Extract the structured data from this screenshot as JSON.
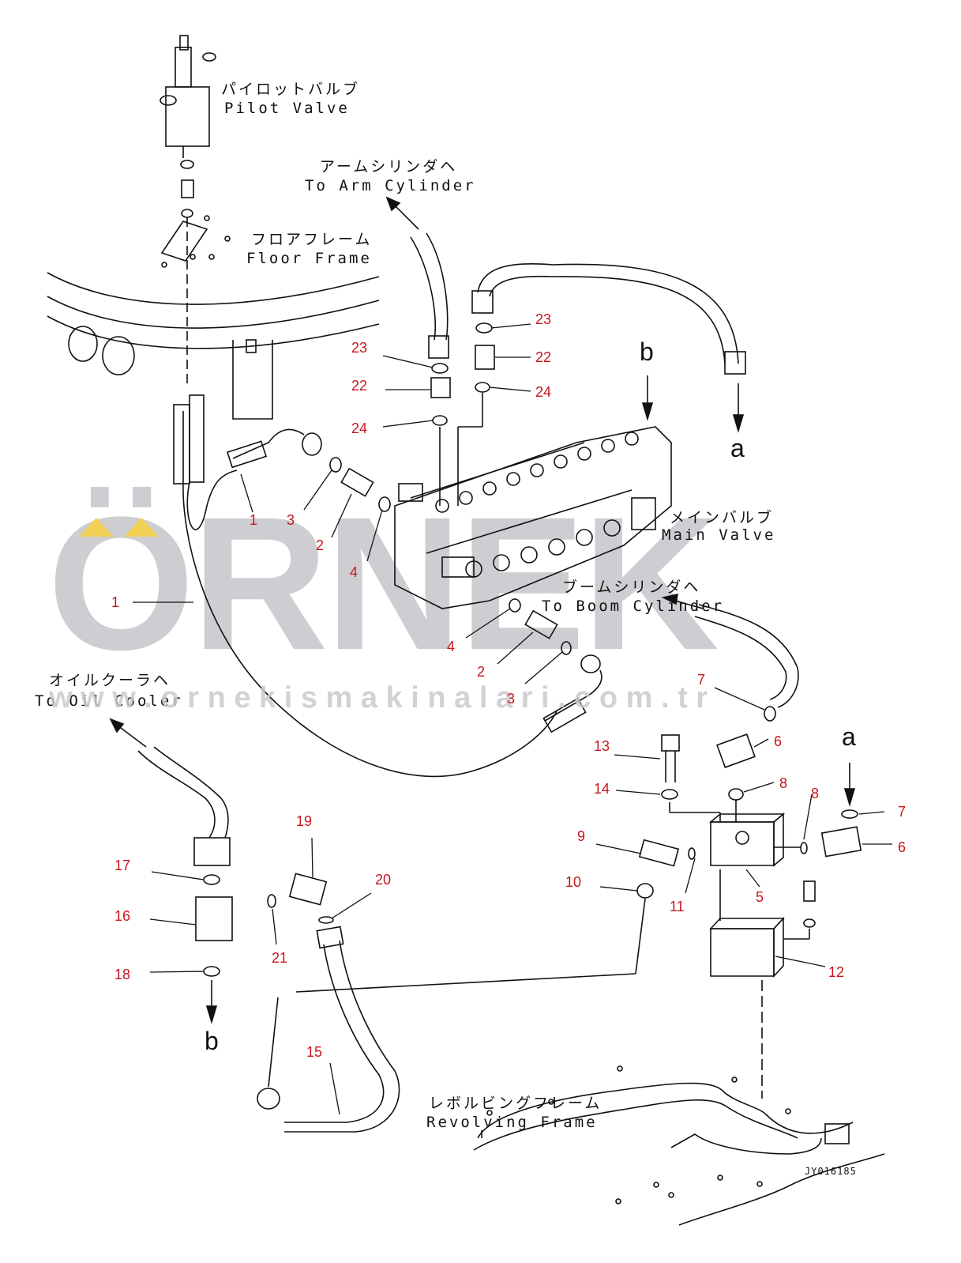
{
  "labels": {
    "pilot_valve_jp": "パイロットバルブ",
    "pilot_valve_en": "Pilot Valve",
    "arm_cyl_jp": "アームシリンダヘ",
    "arm_cyl_en": "To Arm Cylinder",
    "floor_frame_jp": "フロアフレーム",
    "floor_frame_en": "Floor Frame",
    "main_valve_jp": "メインバルブ",
    "main_valve_en": "Main Valve",
    "boom_cyl_jp": "ブームシリンダヘ",
    "boom_cyl_en": "To Boom Cylinder",
    "oil_cooler_jp": "オイルクーラヘ",
    "oil_cooler_en": "To Oil Cooler",
    "revolving_frame_jp": "レボルビングフレーム",
    "revolving_frame_en": "Revolving Frame"
  },
  "letters": {
    "b_top": "b",
    "a_top": "a",
    "a_right": "a",
    "b_bottom": "b"
  },
  "parts": [
    "1",
    "1",
    "2",
    "2",
    "3",
    "3",
    "4",
    "4",
    "5",
    "6",
    "6",
    "7",
    "7",
    "8",
    "8",
    "9",
    "10",
    "11",
    "12",
    "13",
    "14",
    "15",
    "16",
    "17",
    "18",
    "19",
    "20",
    "21",
    "22",
    "22",
    "23",
    "23",
    "24",
    "24"
  ],
  "watermark": {
    "logo": "ÖRNEK",
    "url": "w w w . o r n e k i s m a k i n a l a r i . c o m . t r"
  },
  "drawing_code": "JY016185",
  "colors": {
    "callout": "#c8161d",
    "watermark": "#c9c9cf",
    "watermark_accent": "#f2cf55",
    "line": "#111111"
  }
}
